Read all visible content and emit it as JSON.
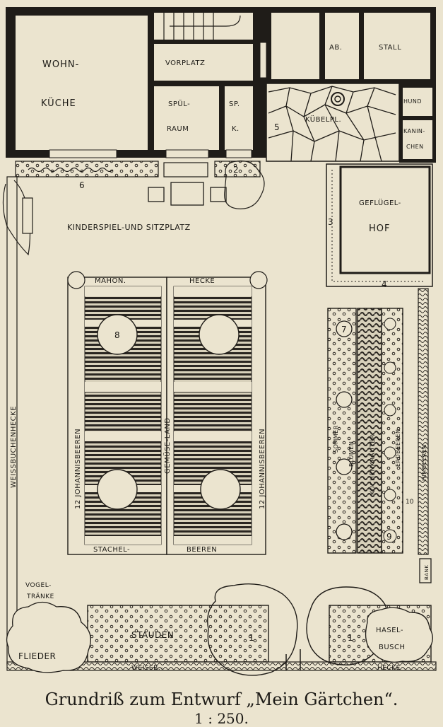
{
  "rooms": {
    "wohnkueche_1": "WOHN-",
    "wohnkueche_2": "KÜCHE",
    "vorplatz": "VORPLATZ",
    "spuelraum_1": "SPÜL-",
    "spuelraum_2": "RAUM",
    "speisekammer_1": "SP.",
    "speisekammer_2": "K.",
    "abort": "AB.",
    "stall": "STALL",
    "hund": "HUND",
    "kaninchen_1": "KANIN-",
    "kaninchen_2": "CHEN",
    "kuebelplatz": "KÜBELPL."
  },
  "garden": {
    "spielplatz": "KINDERSPIEL-UND SITZPLATZ",
    "gefluegel_1": "GEFLÜGEL-",
    "gefluegel_2": "HOF",
    "mahon": "MAHON.",
    "hecke_top": "HECKE",
    "johannis_left": "12 JOHANNISBEEREN",
    "johannis_right": "12 JOHANNISBEEREN",
    "gemuese": "GEMÜSE-LAND",
    "stachel": "STACHEL-",
    "beeren": "BEEREN",
    "weissbuchenhecke": "WEISSBUCHENHECKE",
    "sommerblumen_1": "SOMMER",
    "sommerblumen_2": "BLUMEN",
    "kuechenkraeuter": "KÜCHENKRÄUTER",
    "erdbeeren": "ERDBEEREN",
    "himbeeren": "HIMBEEREN",
    "bank": "BANK",
    "vogel_1": "VOGEL-",
    "vogel_2": "TRÄNKE",
    "stauden": "STAUDEN",
    "flieder": "FLIEDER",
    "weissb": "WEISSB.-",
    "hecke_bottom": "HECKE",
    "hasel_1": "HASEL-",
    "hasel_2": "BUSCH"
  },
  "numbers": {
    "n1a": "1",
    "n1b": "1",
    "n2": "2",
    "n3": "3",
    "n4": "4",
    "n5": "5",
    "n6": "6",
    "n7": "7",
    "n8": "8",
    "n9": "9",
    "n10": "10"
  },
  "caption": {
    "title": "Grundriß zum Entwurf „Mein Gärtchen“.",
    "scale": "1 : 250."
  }
}
